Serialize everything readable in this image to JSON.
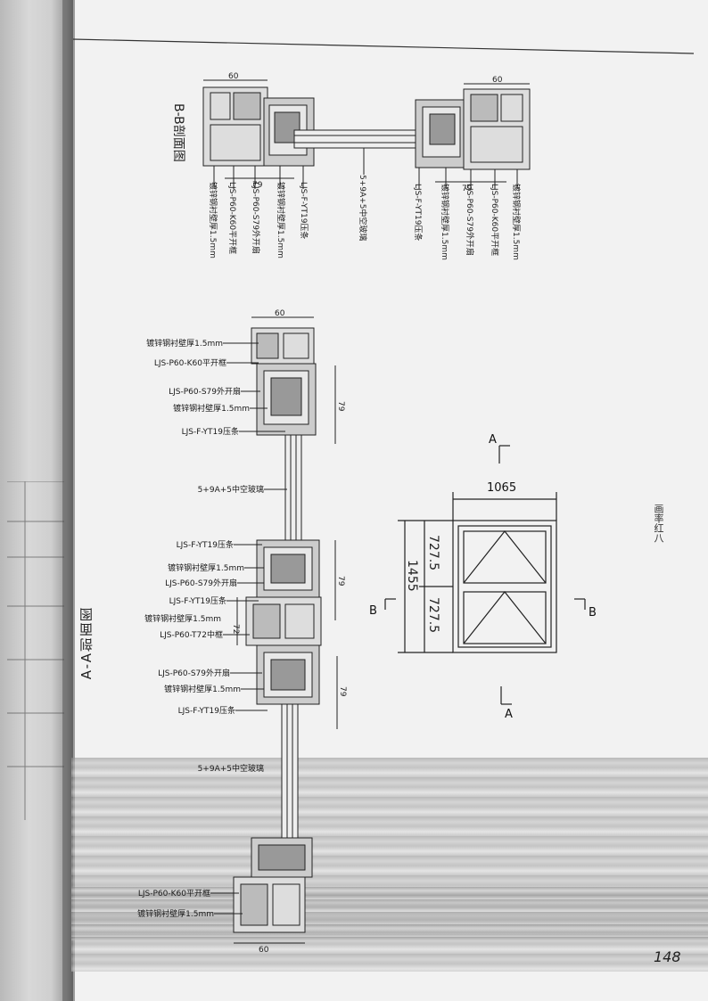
{
  "drawing": {
    "section_bb_title": "B-B剖面图",
    "section_aa_title": "A-A剖面图",
    "page_number": "148",
    "side_note": "画率红八",
    "bb_labels_left": [
      "镀锌钢衬壁厚1.5mm",
      "LJS-P60-K60平开框",
      "LJS-P60-S79外开扇",
      "镀锌钢衬壁厚1.5mm",
      "LJS-F-YT19压条"
    ],
    "bb_glass": "5+9A+5中空玻璃",
    "bb_labels_right": [
      "LJS-F-YT19压条",
      "镀锌钢衬壁厚1.5mm",
      "LJS-P60-S79外开扇",
      "LJS-P60-K60平开框",
      "镀锌钢衬壁厚1.5mm"
    ],
    "aa_labels": [
      "镀锌钢衬壁厚1.5mm",
      "LJS-P60-K60平开框",
      "LJS-P60-S79外开扇",
      "镀锌钢衬壁厚1.5mm",
      "LJS-F-YT19压条",
      "5+9A+5中空玻璃",
      "LJS-F-YT19压条",
      "镀锌钢衬壁厚1.5mm",
      "LJS-P60-S79外开扇",
      "LJS-F-YT19压条",
      "镀锌钢衬壁厚1.5mm",
      "LJS-P60-T72中框",
      "LJS-P60-S79外开扇",
      "镀锌钢衬壁厚1.5mm",
      "LJS-F-YT19压条",
      "5+9A+5中空玻璃",
      "LJS-P60-K60平开框",
      "镀锌钢衬壁厚1.5mm"
    ],
    "dims": {
      "frame_width": "60",
      "sash": "79",
      "mullion": "72",
      "overall_width": "1065",
      "overall_height": "1455",
      "upper_height": "727.5",
      "lower_height": "727.5"
    },
    "section_marks": {
      "a_top": "A",
      "a_bottom": "A",
      "b_left": "B",
      "b_right": "B"
    }
  }
}
